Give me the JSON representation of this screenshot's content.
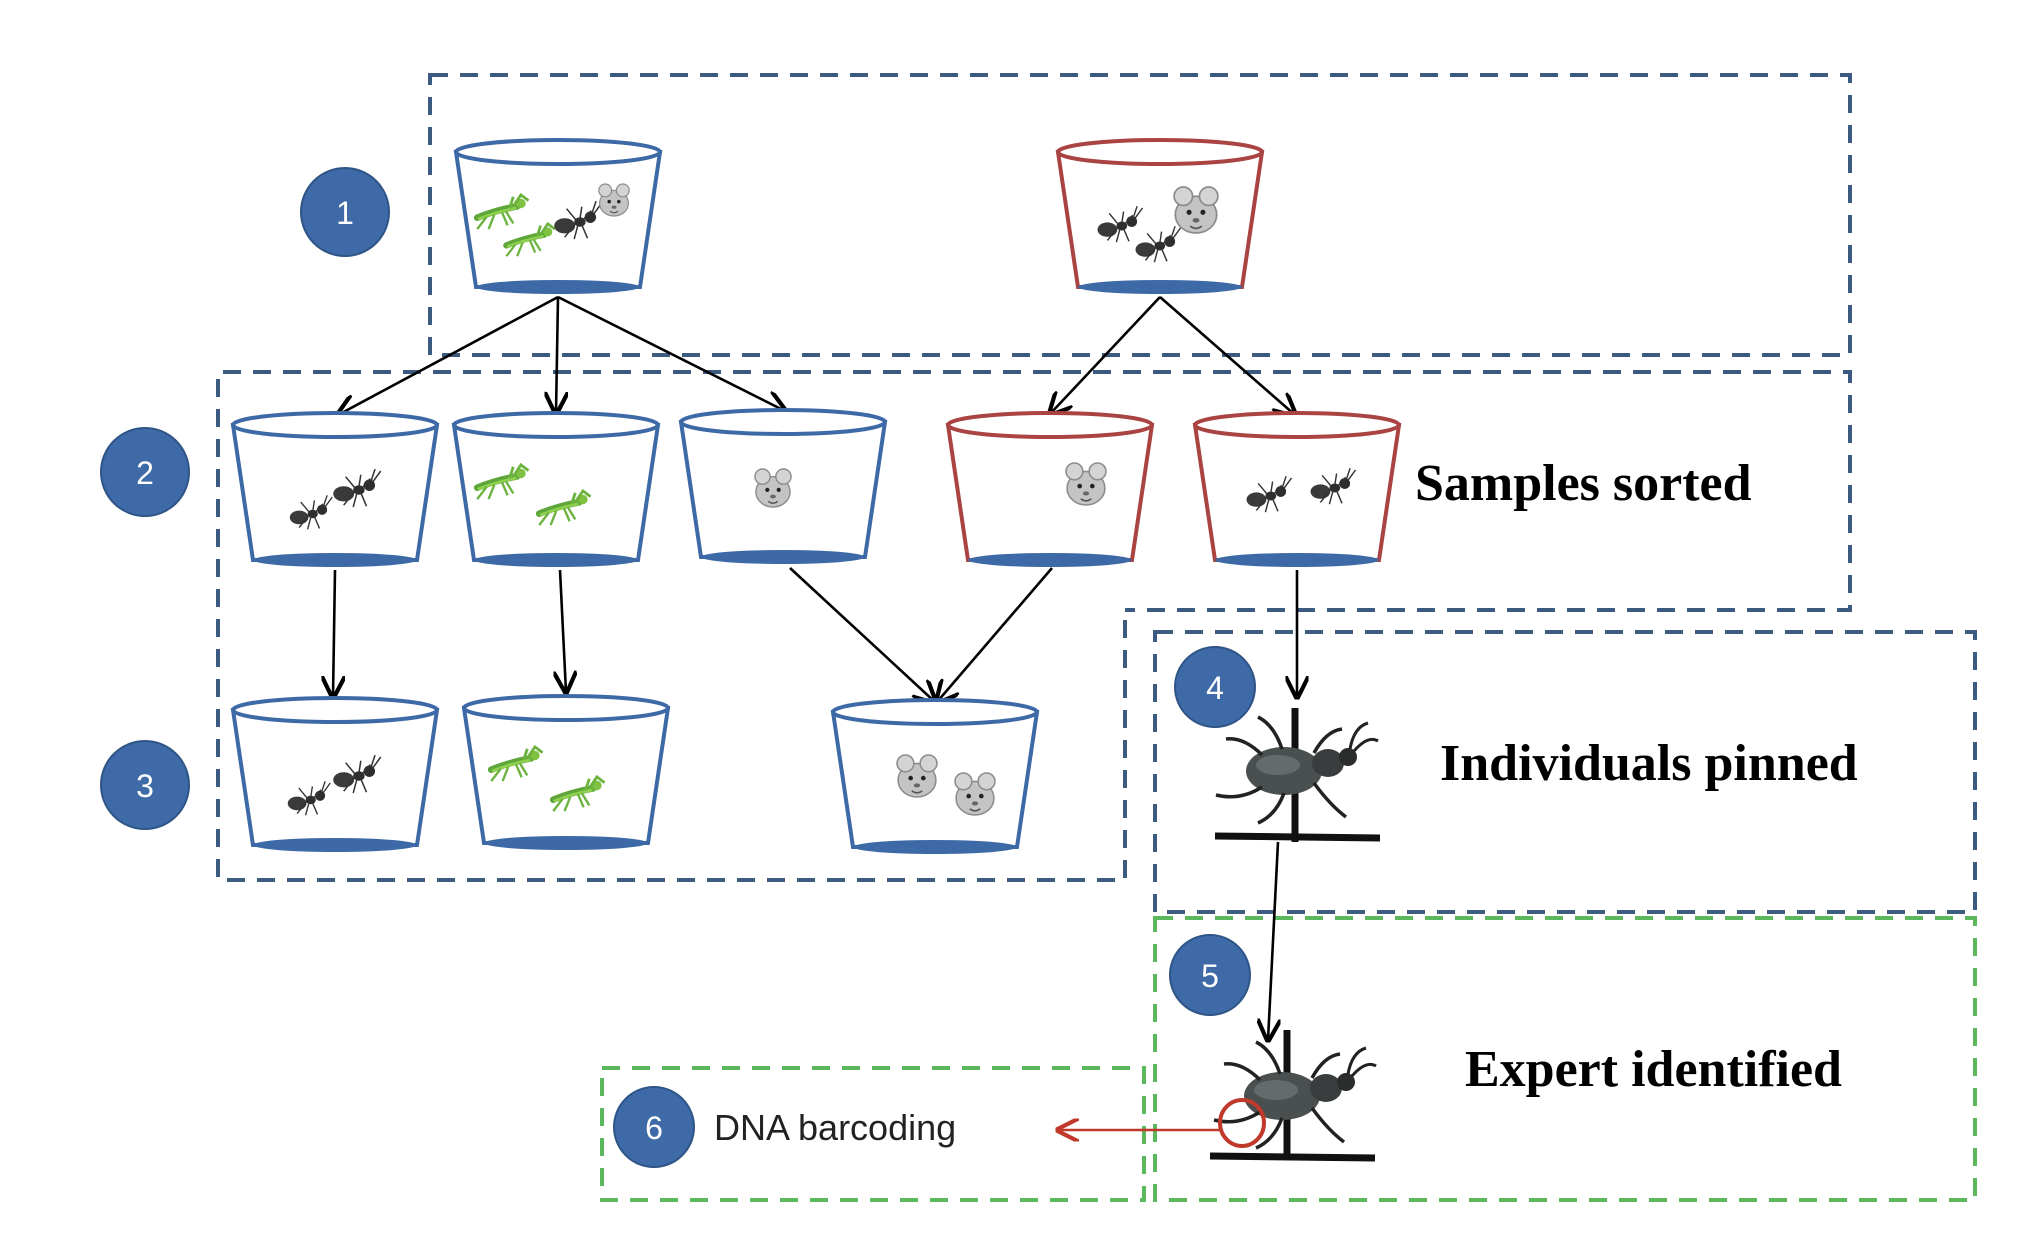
{
  "steps": [
    "1",
    "2",
    "3",
    "4",
    "5",
    "6"
  ],
  "phases": {
    "sorted": "Samples sorted",
    "pinned": "Individuals pinned",
    "identified": "Expert identified",
    "dna": "DNA barcoding"
  },
  "colors": {
    "blue_bucket": "#3d6aa6",
    "red_bucket": "#a94442",
    "blue_box": "#3d5a80",
    "green_box": "#5cb85c",
    "badge": "#3e6aa8",
    "arrow": "#000000",
    "dna_arrow": "#c0392b",
    "mantis": "#7fc241",
    "mouse": "#b8b8b8"
  }
}
